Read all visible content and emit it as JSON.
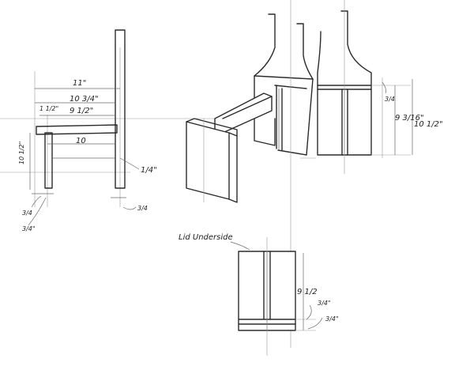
{
  "side_view": {
    "dim_top_width": "11\"",
    "dim_mid_width": "10 3/4\"",
    "dim_inner_width": "9 1/2\"",
    "dim_small": "1 1/2\"",
    "dim_seat": "10",
    "dim_height": "10 1/2\"",
    "dim_post": "1/4\"",
    "dim_leg_a": "3/4",
    "dim_leg_b": "3/4\"",
    "dim_back": "3/4"
  },
  "front_view": {
    "dim_small": "3/4",
    "dim_height_a": "9 3/16\"",
    "dim_height_b": "10 1/2\""
  },
  "lid_view": {
    "title": "Lid Underside",
    "dim_height": "9 1/2",
    "dim_a": "3/4\"",
    "dim_b": "3/4\""
  }
}
